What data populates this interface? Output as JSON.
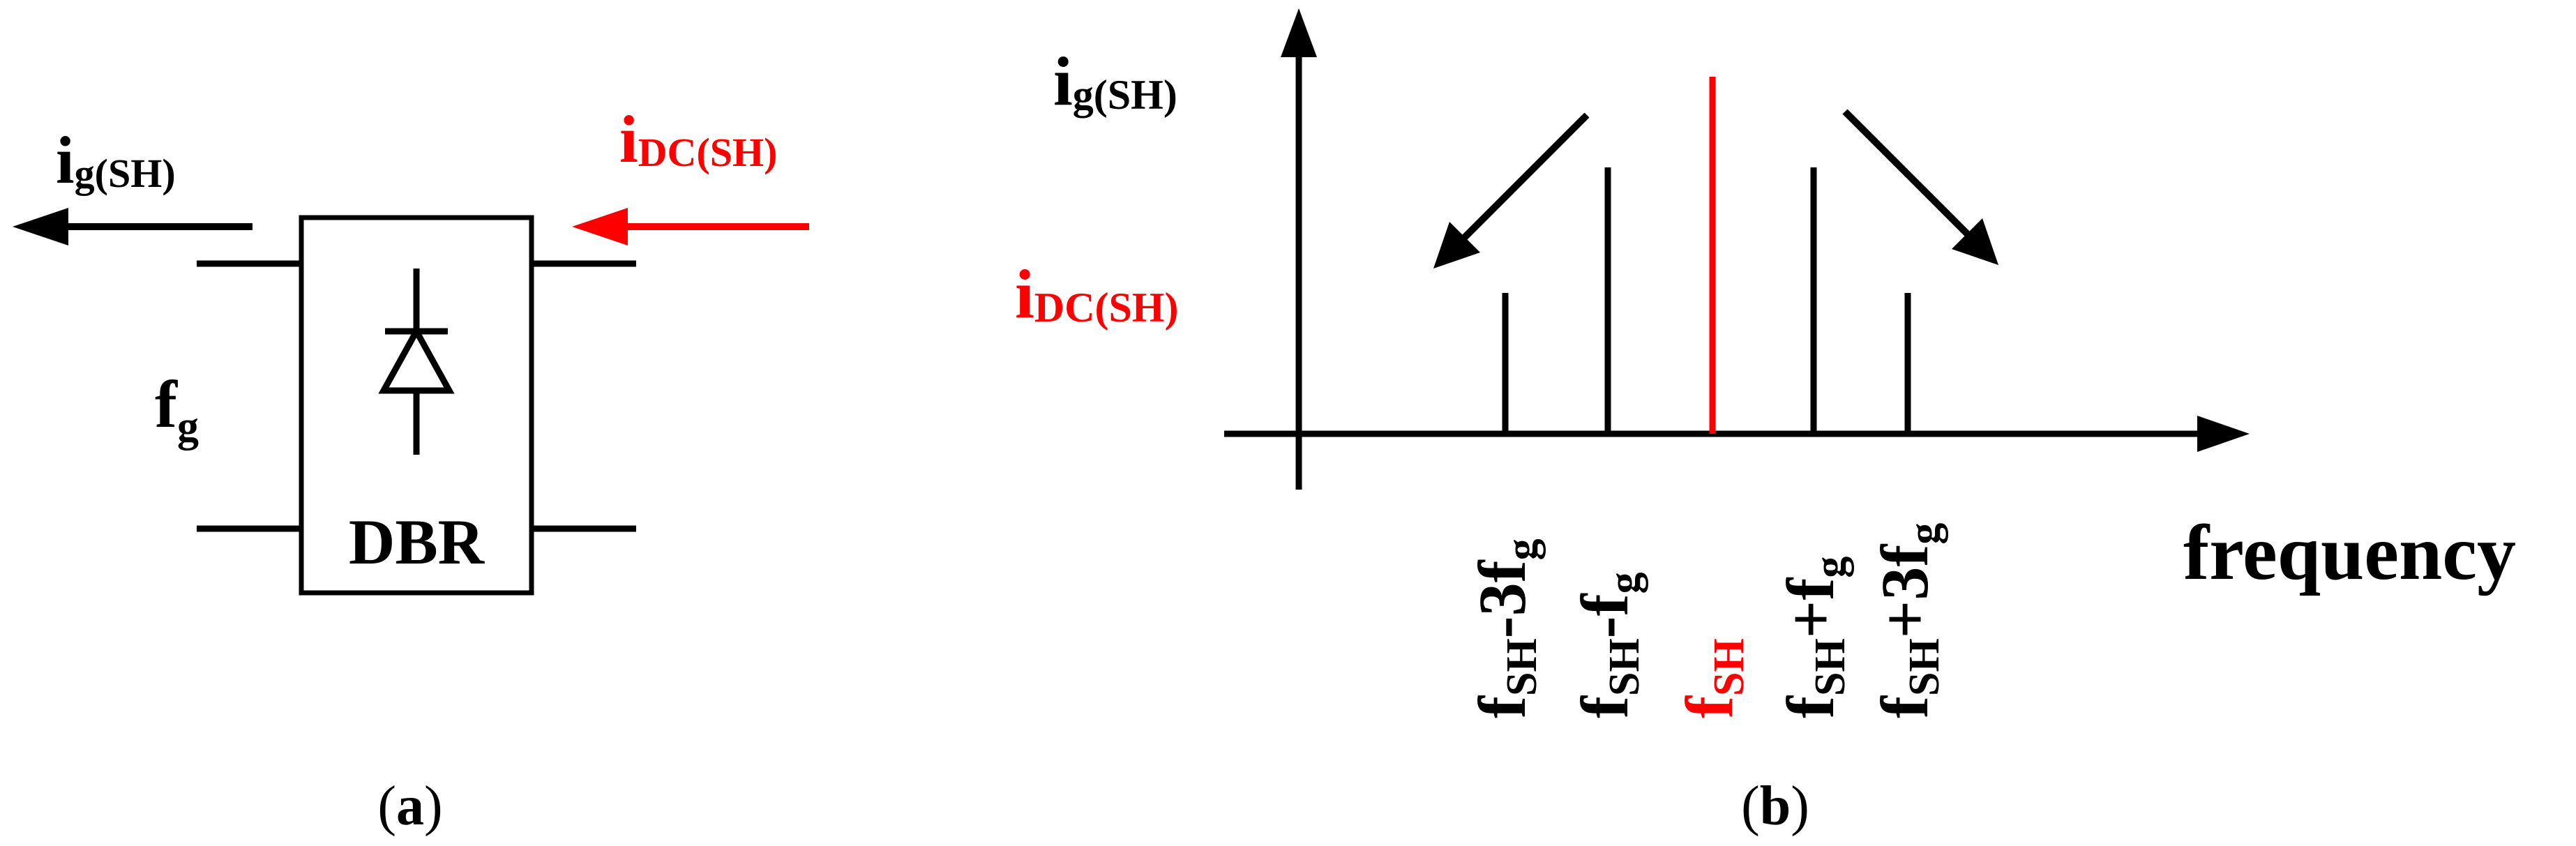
{
  "panel_a": {
    "block_label": "DBR",
    "left_current": {
      "main": "i",
      "sub": "g(SH)"
    },
    "right_current": {
      "main": "i",
      "sub": "DC(SH)"
    },
    "freq_label": {
      "main": "f",
      "sub": "g"
    },
    "caption": {
      "open": "(",
      "letter": "a",
      "close": ")"
    }
  },
  "panel_b": {
    "upper_label": {
      "main": "i",
      "sub": "g(SH)"
    },
    "lower_label": {
      "main": "i",
      "sub": "DC(SH)"
    },
    "x_axis_label": "frequency",
    "tick_labels": [
      {
        "main": "f",
        "sub": "SH",
        "rest": "-3f",
        "sub2": "g"
      },
      {
        "main": "f",
        "sub": "SH",
        "rest": "-f",
        "sub2": "g"
      },
      {
        "main": "f",
        "sub": "SH",
        "rest": "",
        "sub2": ""
      },
      {
        "main": "f",
        "sub": "SH",
        "rest": "+f",
        "sub2": "g"
      },
      {
        "main": "f",
        "sub": "SH",
        "rest": "+3f",
        "sub2": "g"
      }
    ],
    "caption": {
      "open": "(",
      "letter": "b",
      "close": ")"
    }
  },
  "colors": {
    "line": "#000000",
    "accent": "#ff0000"
  }
}
